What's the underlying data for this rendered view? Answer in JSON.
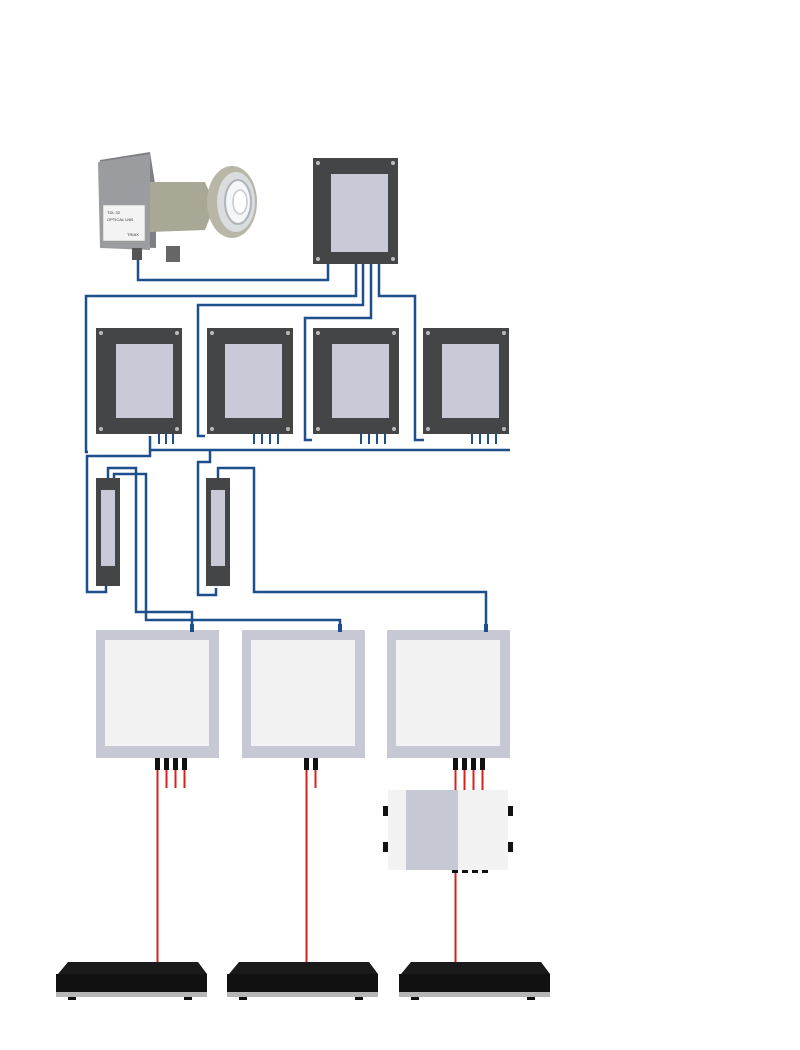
{
  "diagram": {
    "colors": {
      "background": "#ffffff",
      "coax_cable": "#1d4f8c",
      "fiber_cable": "#d6231f",
      "splitter_frame": "#444547",
      "splitter_panel": "#c9cad8",
      "receiver_module_frame": "#c6c8d3",
      "receiver_module_panel": "#f2f2f2",
      "set_top_box": "#111111",
      "connector": "#111111"
    },
    "icons": {
      "lnb": "satellite-lnb-icon",
      "splitter": "splitter-box-icon",
      "amplifier": "inline-amplifier-icon",
      "receiver_module": "optical-receiver-icon",
      "fiber_splitter": "fiber-splitter-icon",
      "set_top_box": "set-top-box-icon"
    },
    "lnb": {
      "label_lines": [
        "TDL 32",
        "OPTICAL LNB",
        "TRIAX"
      ]
    },
    "counts": {
      "second_level_splitters": 4,
      "inline_amplifiers": 2,
      "receiver_modules": 3,
      "set_top_boxes": 3
    }
  }
}
